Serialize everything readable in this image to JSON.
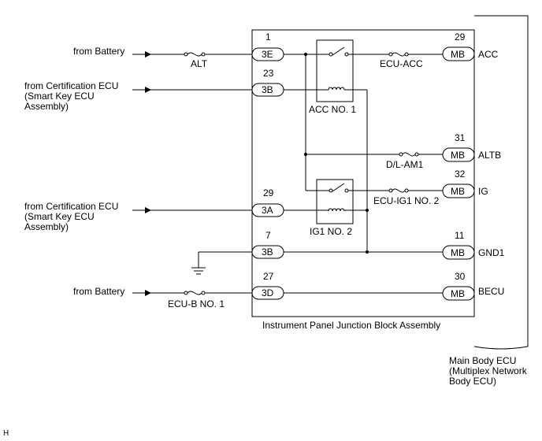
{
  "sources": {
    "battery_1": "from Battery",
    "cert_1": [
      "from Certification ECU",
      "(Smart Key ECU",
      "Assembly)"
    ],
    "cert_2": [
      "from Certification ECU",
      "(Smart Key ECU",
      "Assembly)"
    ],
    "battery_2": "from Battery"
  },
  "fuses": {
    "alt": "ALT",
    "ecu_acc": "ECU-ACC",
    "dl_am1": "D/L-AM1",
    "ecu_ig1_no2": "ECU-IG1 NO. 2",
    "ecu_b_no1": "ECU-B NO. 1"
  },
  "relays": {
    "acc_no1": "ACC NO. 1",
    "ig1_no2": "IG1 NO. 2"
  },
  "junction_block": {
    "label": "Instrument Panel Junction Block Assembly",
    "pins": [
      {
        "num": "1",
        "conn": "3E"
      },
      {
        "num": "23",
        "conn": "3B"
      },
      {
        "num": "29",
        "conn": "3A"
      },
      {
        "num": "7",
        "conn": "3B"
      },
      {
        "num": "27",
        "conn": "3D"
      }
    ]
  },
  "main_ecu": {
    "label": [
      "Main Body ECU",
      "(Multiplex Network",
      "Body ECU)"
    ],
    "pins": [
      {
        "num": "29",
        "conn": "MB",
        "signal": "ACC"
      },
      {
        "num": "31",
        "conn": "MB",
        "signal": "ALTB"
      },
      {
        "num": "32",
        "conn": "MB",
        "signal": "IG"
      },
      {
        "num": "11",
        "conn": "MB",
        "signal": "GND1"
      },
      {
        "num": "30",
        "conn": "MB",
        "signal": "BECU"
      }
    ]
  },
  "footer_mark": "H"
}
